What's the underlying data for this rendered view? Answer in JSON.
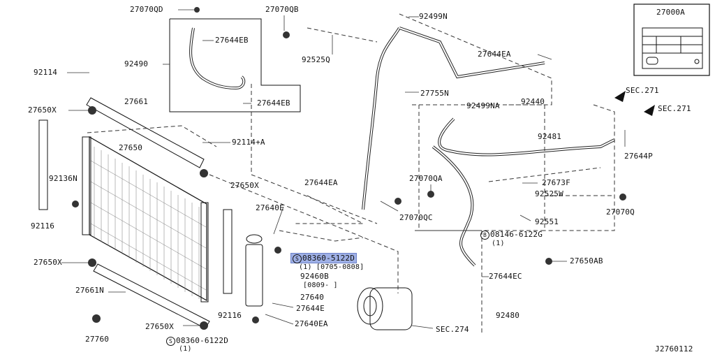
{
  "diagram_id": "J2760112",
  "labels": {
    "p27070QD": "27070QD",
    "p27070QB": "27070QB",
    "p27644EB_top": "27644EB",
    "p92490": "92490",
    "p27644EB_low": "27644EB",
    "p92114": "92114",
    "p27650X_a": "27650X",
    "p27661": "27661",
    "p27650": "27650",
    "p92114A": "92114+A",
    "p92136N": "92136N",
    "p27650X_b": "27650X",
    "p92116_left": "92116",
    "p27640E": "27640E",
    "p27650X_c": "27650X",
    "p08360_5122D": "08360-5122D",
    "p08360_5122D_sub": "(1) [0705-0808]",
    "p92460B": "92460B",
    "p92460B_sub": "[0809-    ]",
    "p27640": "27640",
    "p27661N": "27661N",
    "p27644E": "27644E",
    "p92116_mid": "92116",
    "p27640EA": "27640EA",
    "p27650X_d": "27650X",
    "p08360_6122D": "08360-6122D",
    "p08360_6122D_sub": "(1)",
    "p27760": "27760",
    "p92499N": "92499N",
    "p92525Q": "92525Q",
    "p27644EA_top": "27644EA",
    "p27755N": "27755N",
    "p92440": "92440",
    "p92499NA": "92499NA",
    "p92481": "92481",
    "p27644EA_mid": "27644EA",
    "p27070QA": "27070QA",
    "p27070QC": "27070QC",
    "p27673F": "27673F",
    "p92525W": "92525W",
    "p92551": "92551",
    "p08146_6122G": "08146-6122G",
    "p08146_6122G_sub": "(1)",
    "p27650AB": "27650AB",
    "p27644EC": "27644EC",
    "p92480": "92480",
    "sec274": "SEC.274",
    "p27644P": "27644P",
    "p27070Q": "27070Q",
    "sec271_a": "SEC.271",
    "sec271_b": "SEC.271",
    "p27000A": "27000A",
    "circle_s": "S",
    "circle_b": "B"
  },
  "colors": {
    "line": "#111111",
    "highlight": "#9fb0e6"
  }
}
